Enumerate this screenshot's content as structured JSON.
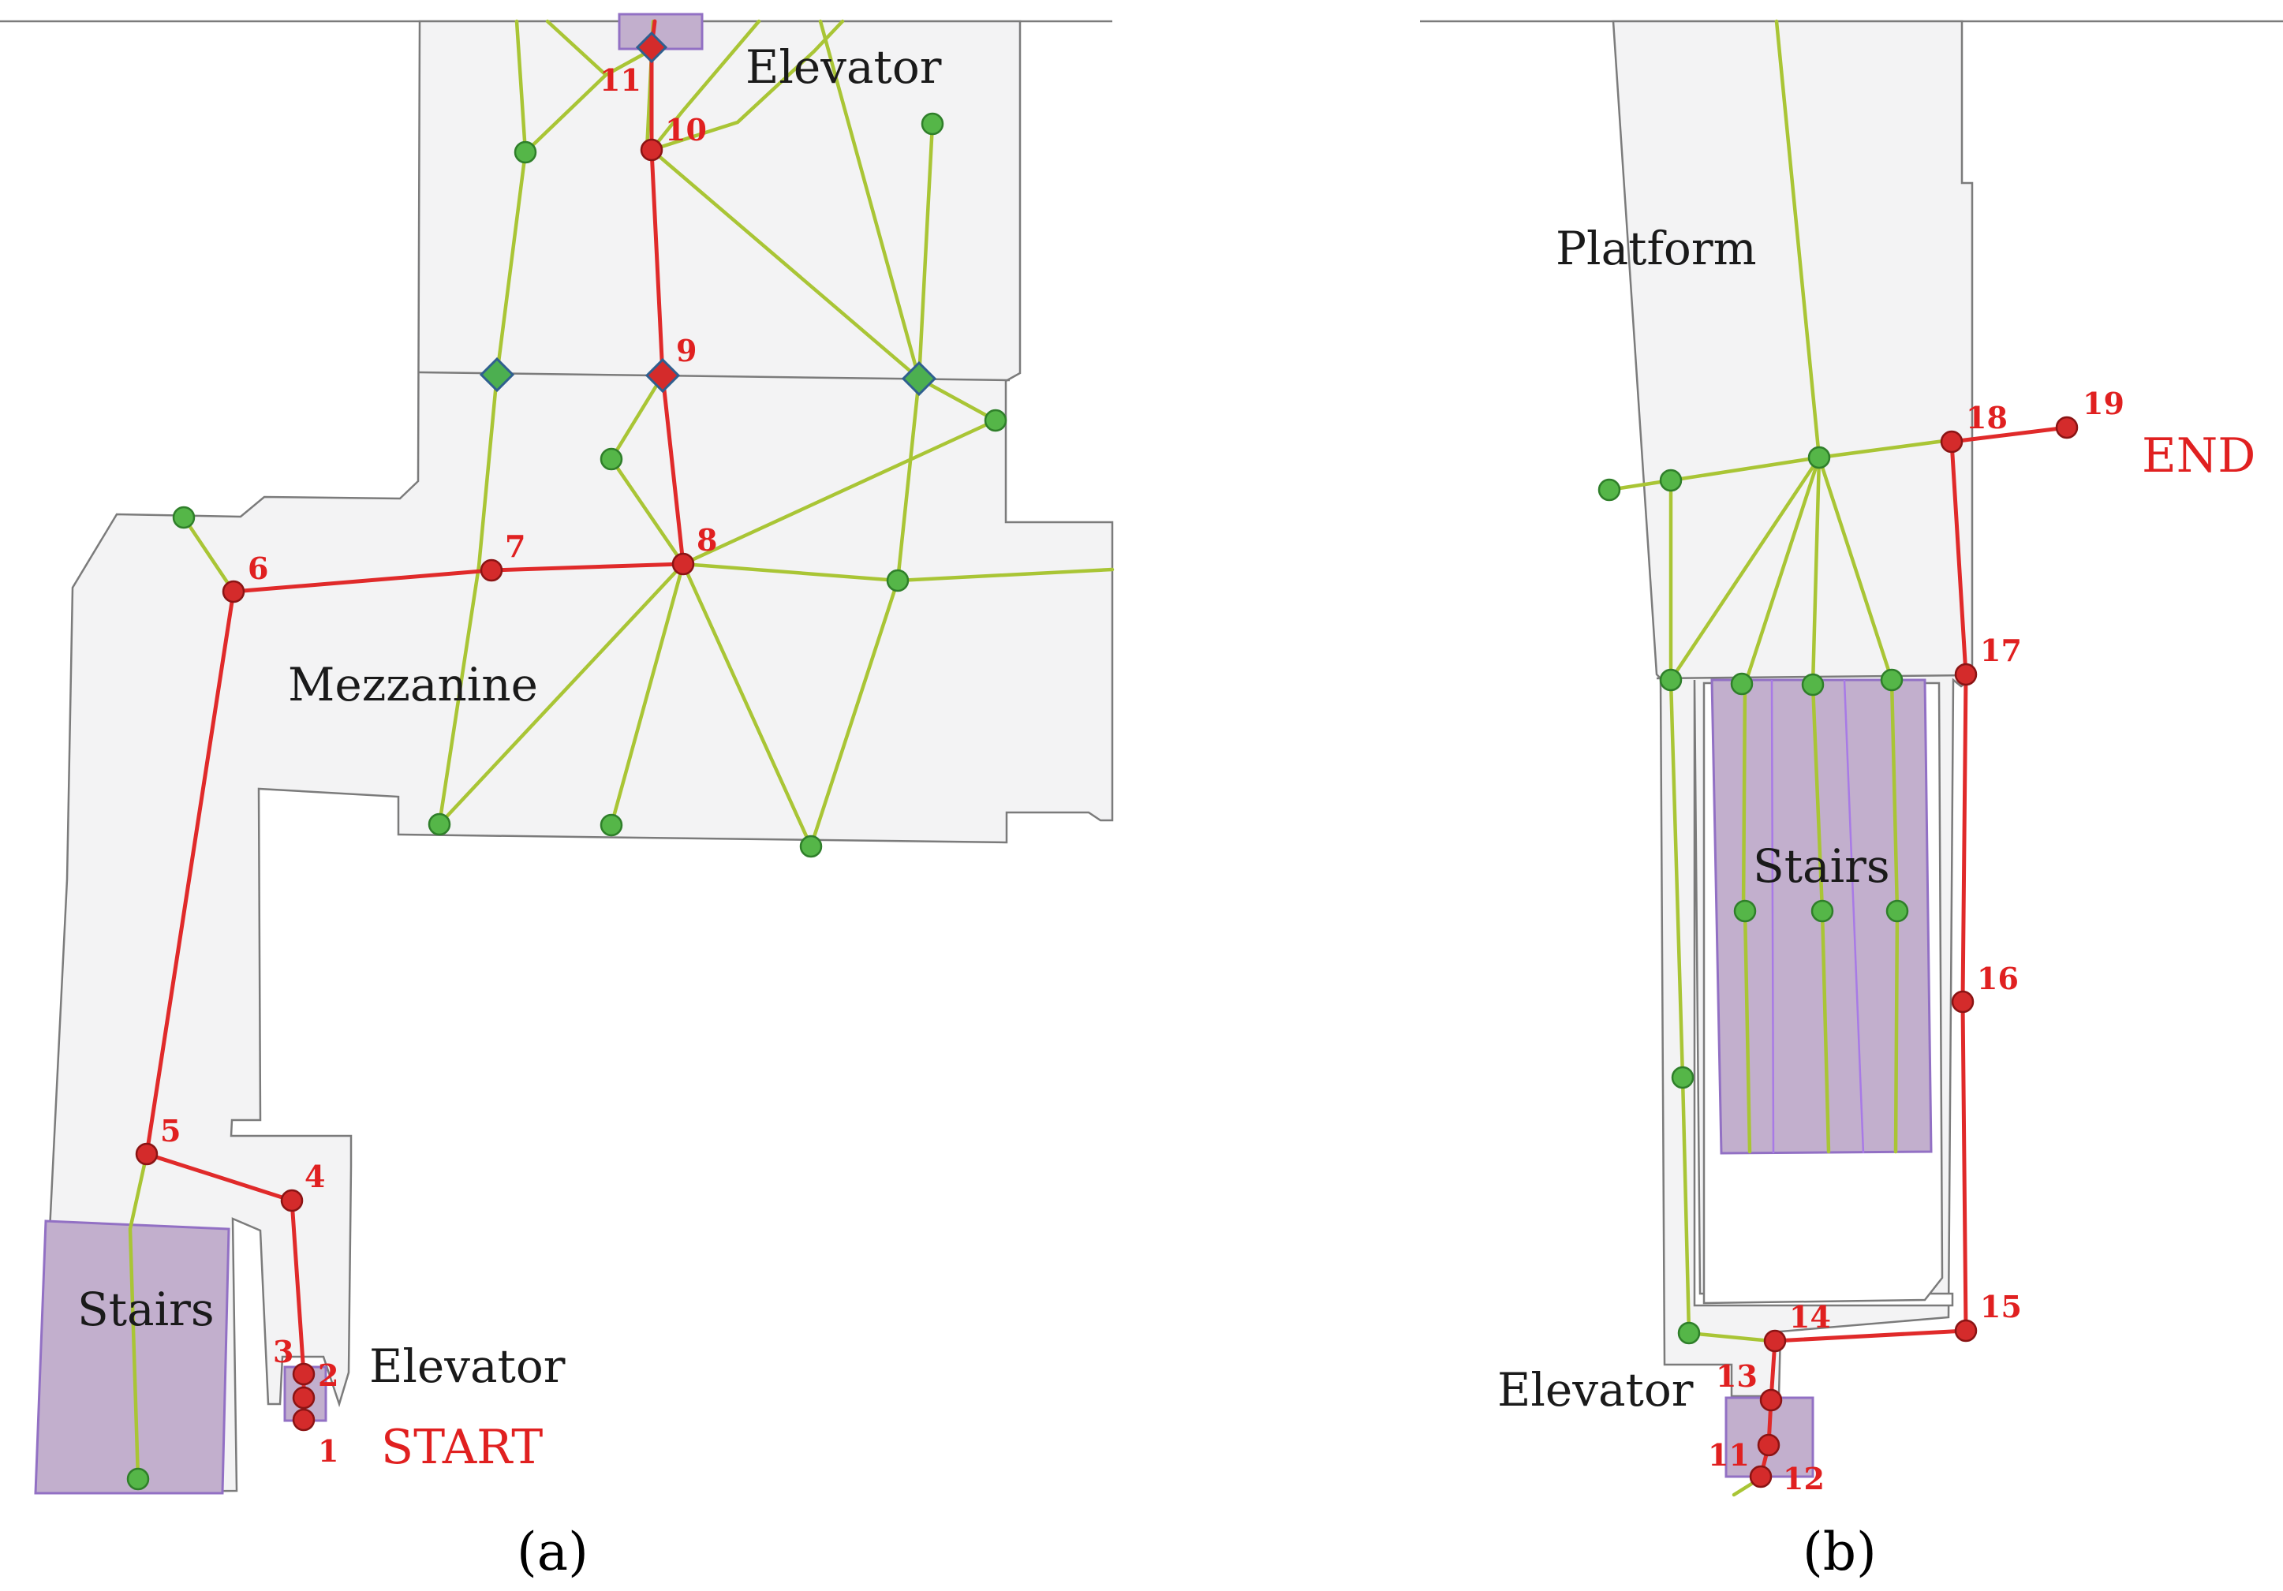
{
  "panel_a": {
    "areas": {
      "elevator_top": "Elevator",
      "mezzanine": "Mezzanine",
      "stairs": "Stairs",
      "elevator_bottom": "Elevator"
    },
    "route_labels": [
      "1",
      "2",
      "3",
      "4",
      "5",
      "6",
      "7",
      "8",
      "9",
      "10",
      "11"
    ],
    "start_label": "START",
    "caption": "(a)"
  },
  "panel_b": {
    "areas": {
      "platform": "Platform",
      "stairs": "Stairs",
      "elevator": "Elevator"
    },
    "route_labels": [
      "11",
      "12",
      "13",
      "14",
      "15",
      "16",
      "17",
      "18",
      "19"
    ],
    "end_label": "END",
    "caption": "(b)"
  },
  "colors": {
    "route": "#e02a2a",
    "network_edge": "#a9c535",
    "network_node": "#55b648",
    "stairs_fill": "#c2afcd",
    "floor_fill": "#f3f3f4"
  }
}
